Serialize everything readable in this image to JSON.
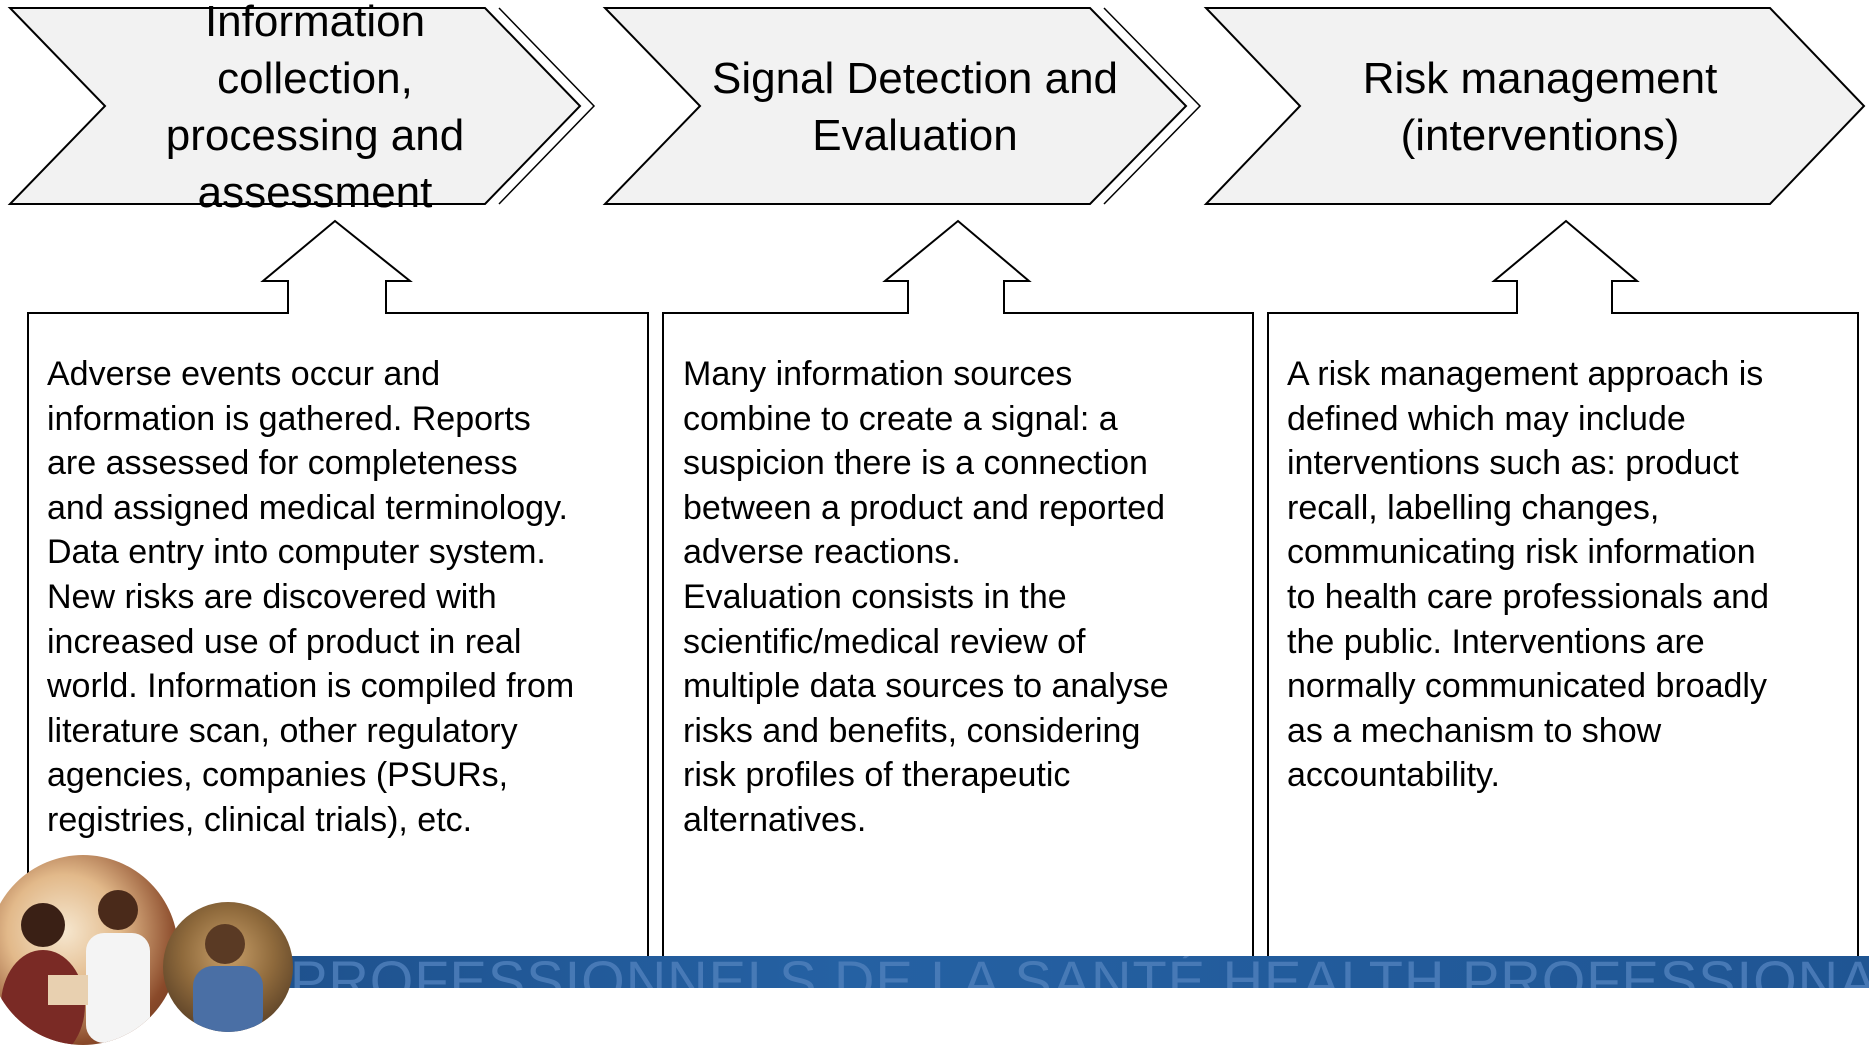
{
  "steps": [
    {
      "title_lines": [
        "Information collection,",
        "processing and",
        "assessment"
      ],
      "description": "Adverse events occur and\ninformation is gathered. Reports\nare assessed for completeness\nand assigned medical terminology.\nData entry into computer system.\nNew risks are discovered with\nincreased use of product in real\nworld. Information is compiled from\nliterature scan, other regulatory\nagencies, companies (PSURs,\nregistries, clinical trials), etc."
    },
    {
      "title_lines": [
        "Signal Detection and",
        "Evaluation"
      ],
      "description": "Many information sources\ncombine to create a signal: a\nsuspicion there is a connection\nbetween a product and reported\nadverse reactions.\nEvaluation consists in the\nscientific/medical review of\nmultiple data sources to analyse\nrisks and benefits, considering\nrisk profiles of therapeutic\nalternatives."
    },
    {
      "title_lines": [
        "Risk management",
        "(interventions)"
      ],
      "description": "A risk management approach is\ndefined which may include\ninterventions such as: product\nrecall, labelling changes,\ncommunicating risk information\nto health care professionals and\nthe public. Interventions are\nnormally communicated broadly\nas a mechanism to show\naccountability."
    }
  ],
  "footer": {
    "banner_text": "PROFESSIONNELS DE LA SANTÉ HEALTH PROFESSIONALS HEALTH"
  },
  "colors": {
    "chevron_fill": "#f2f2f2",
    "outline": "#000000",
    "banner": "#1f5593"
  }
}
